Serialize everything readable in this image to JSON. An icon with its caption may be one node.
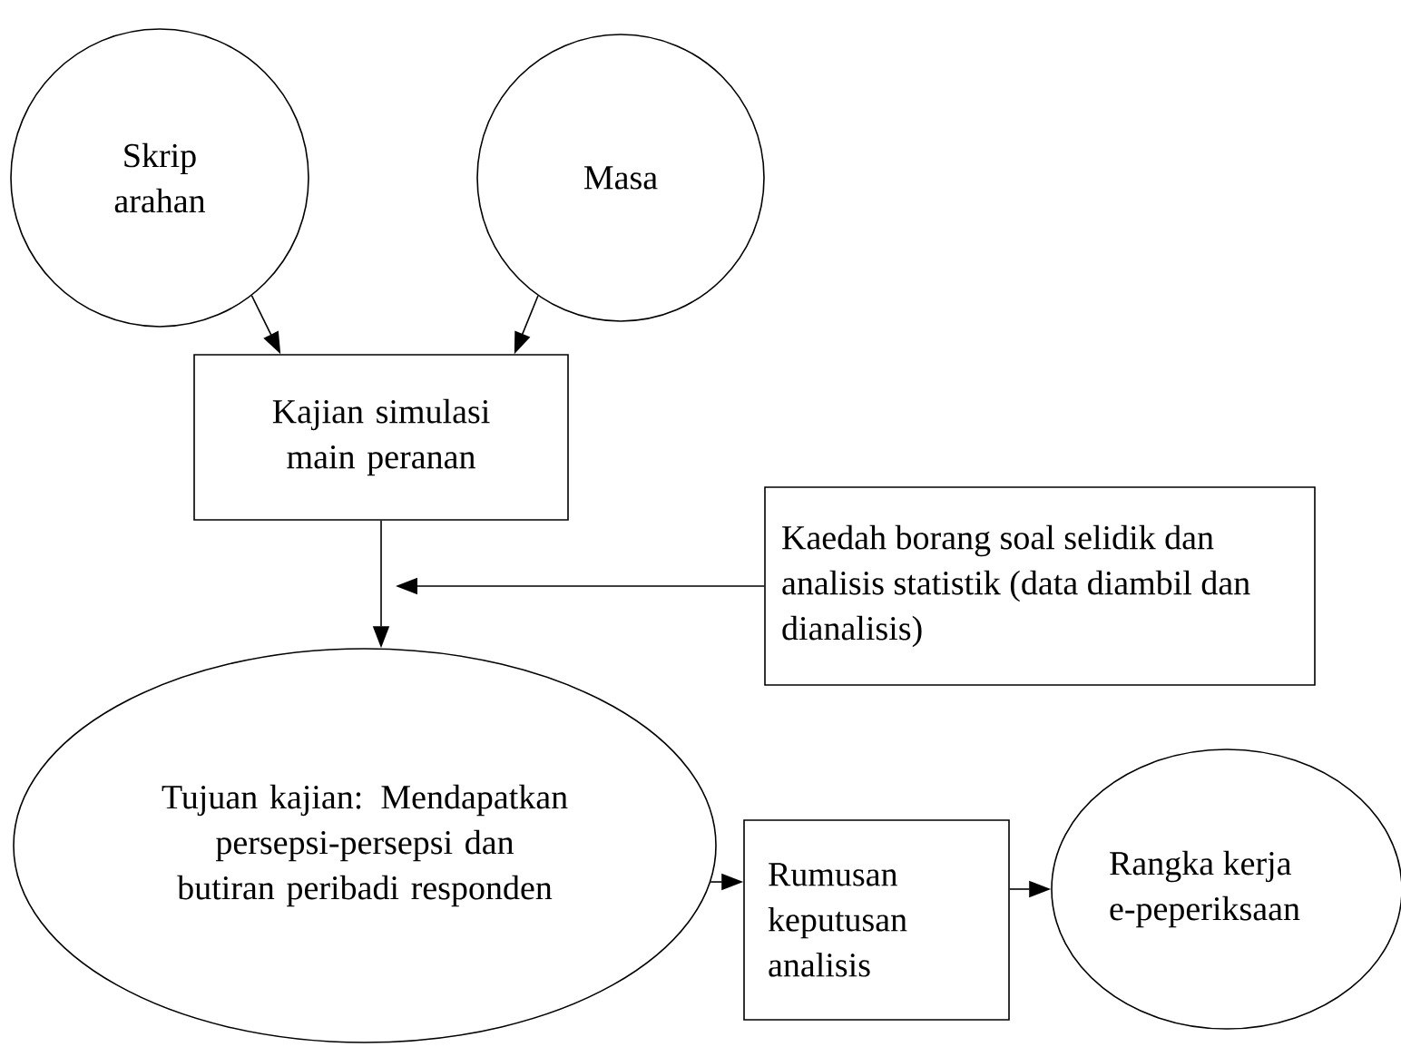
{
  "diagram": {
    "nodes": [
      {
        "text": [
          "Skrip arahan"
        ]
      },
      {
        "text": [
          "Masa"
        ]
      },
      {
        "text": [
          "Kajian simulasi main peranan"
        ]
      },
      {
        "text": [
          "Kaedah borang soal selidik dan analisis statistik (data diambil dan dianalisis)"
        ]
      },
      {
        "text": [
          "Tujuan kajian: Mendapatkan persepsi-persepsi dan butiran peribadi responden"
        ]
      },
      {
        "text": [
          "Rumusan keputusan analisis"
        ]
      },
      {
        "text": [
          "Rangka kerja e-peperiksaan"
        ]
      }
    ],
    "edges": [
      {
        "from": 0,
        "to": 2,
        "arrow": "to"
      },
      {
        "from": 1,
        "to": 2,
        "arrow": "to"
      },
      {
        "from": 2,
        "to": 4,
        "arrow": "to"
      },
      {
        "from": 3,
        "to": null,
        "arrow": "to"
      },
      {
        "from": 4,
        "to": 5,
        "arrow": "to"
      },
      {
        "from": 5,
        "to": 6,
        "arrow": "to"
      }
    ]
  }
}
